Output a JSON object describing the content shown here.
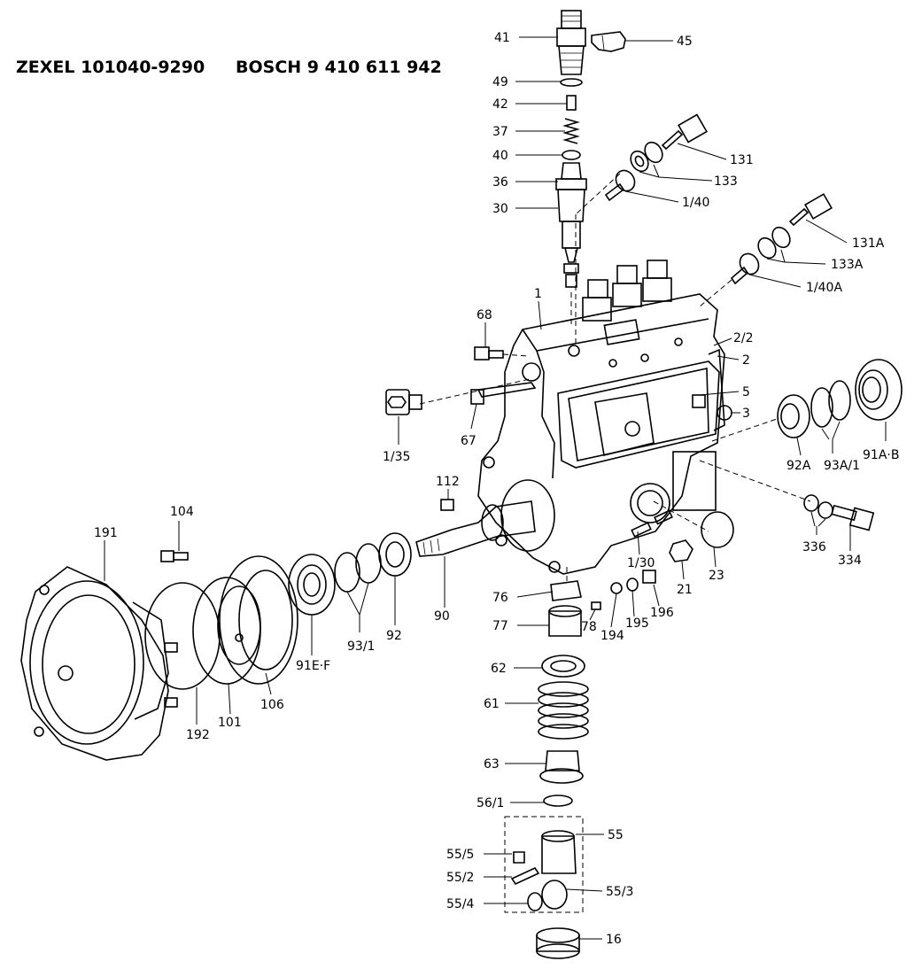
{
  "header": {
    "left": "ZEXEL   101040-9290",
    "right": "BOSCH   9 410 611 942"
  },
  "labels": {
    "p41": "41",
    "p45": "45",
    "p49": "49",
    "p42": "42",
    "p37": "37",
    "p40": "40",
    "p36": "36",
    "p30": "30",
    "p131": "131",
    "p133": "133",
    "p1_40": "1/40",
    "p131A": "131A",
    "p133A": "133A",
    "p1_40A": "1/40A",
    "p1": "1",
    "p68": "68",
    "p2_2": "2/2",
    "p2": "2",
    "p5": "5",
    "p3": "3",
    "p1_35": "1/35",
    "p67": "67",
    "p91A_B": "91A·B",
    "p93A_1": "93A/1",
    "p92A": "92A",
    "p112": "112",
    "p104": "104",
    "p191": "191",
    "p336": "336",
    "p334": "334",
    "p23": "23",
    "p21": "21",
    "p1_30": "1/30",
    "p90": "90",
    "p92": "92",
    "p93_1": "93/1",
    "p91E_F": "91E·F",
    "p106": "106",
    "p101": "101",
    "p192": "192",
    "p76": "76",
    "p77": "77",
    "p78": "78",
    "p194": "194",
    "p195": "195",
    "p196": "196",
    "p62": "62",
    "p61": "61",
    "p63": "63",
    "p56_1": "56/1",
    "p55": "55",
    "p55_5": "55/5",
    "p55_2": "55/2",
    "p55_3": "55/3",
    "p55_4": "55/4",
    "p16": "16"
  }
}
